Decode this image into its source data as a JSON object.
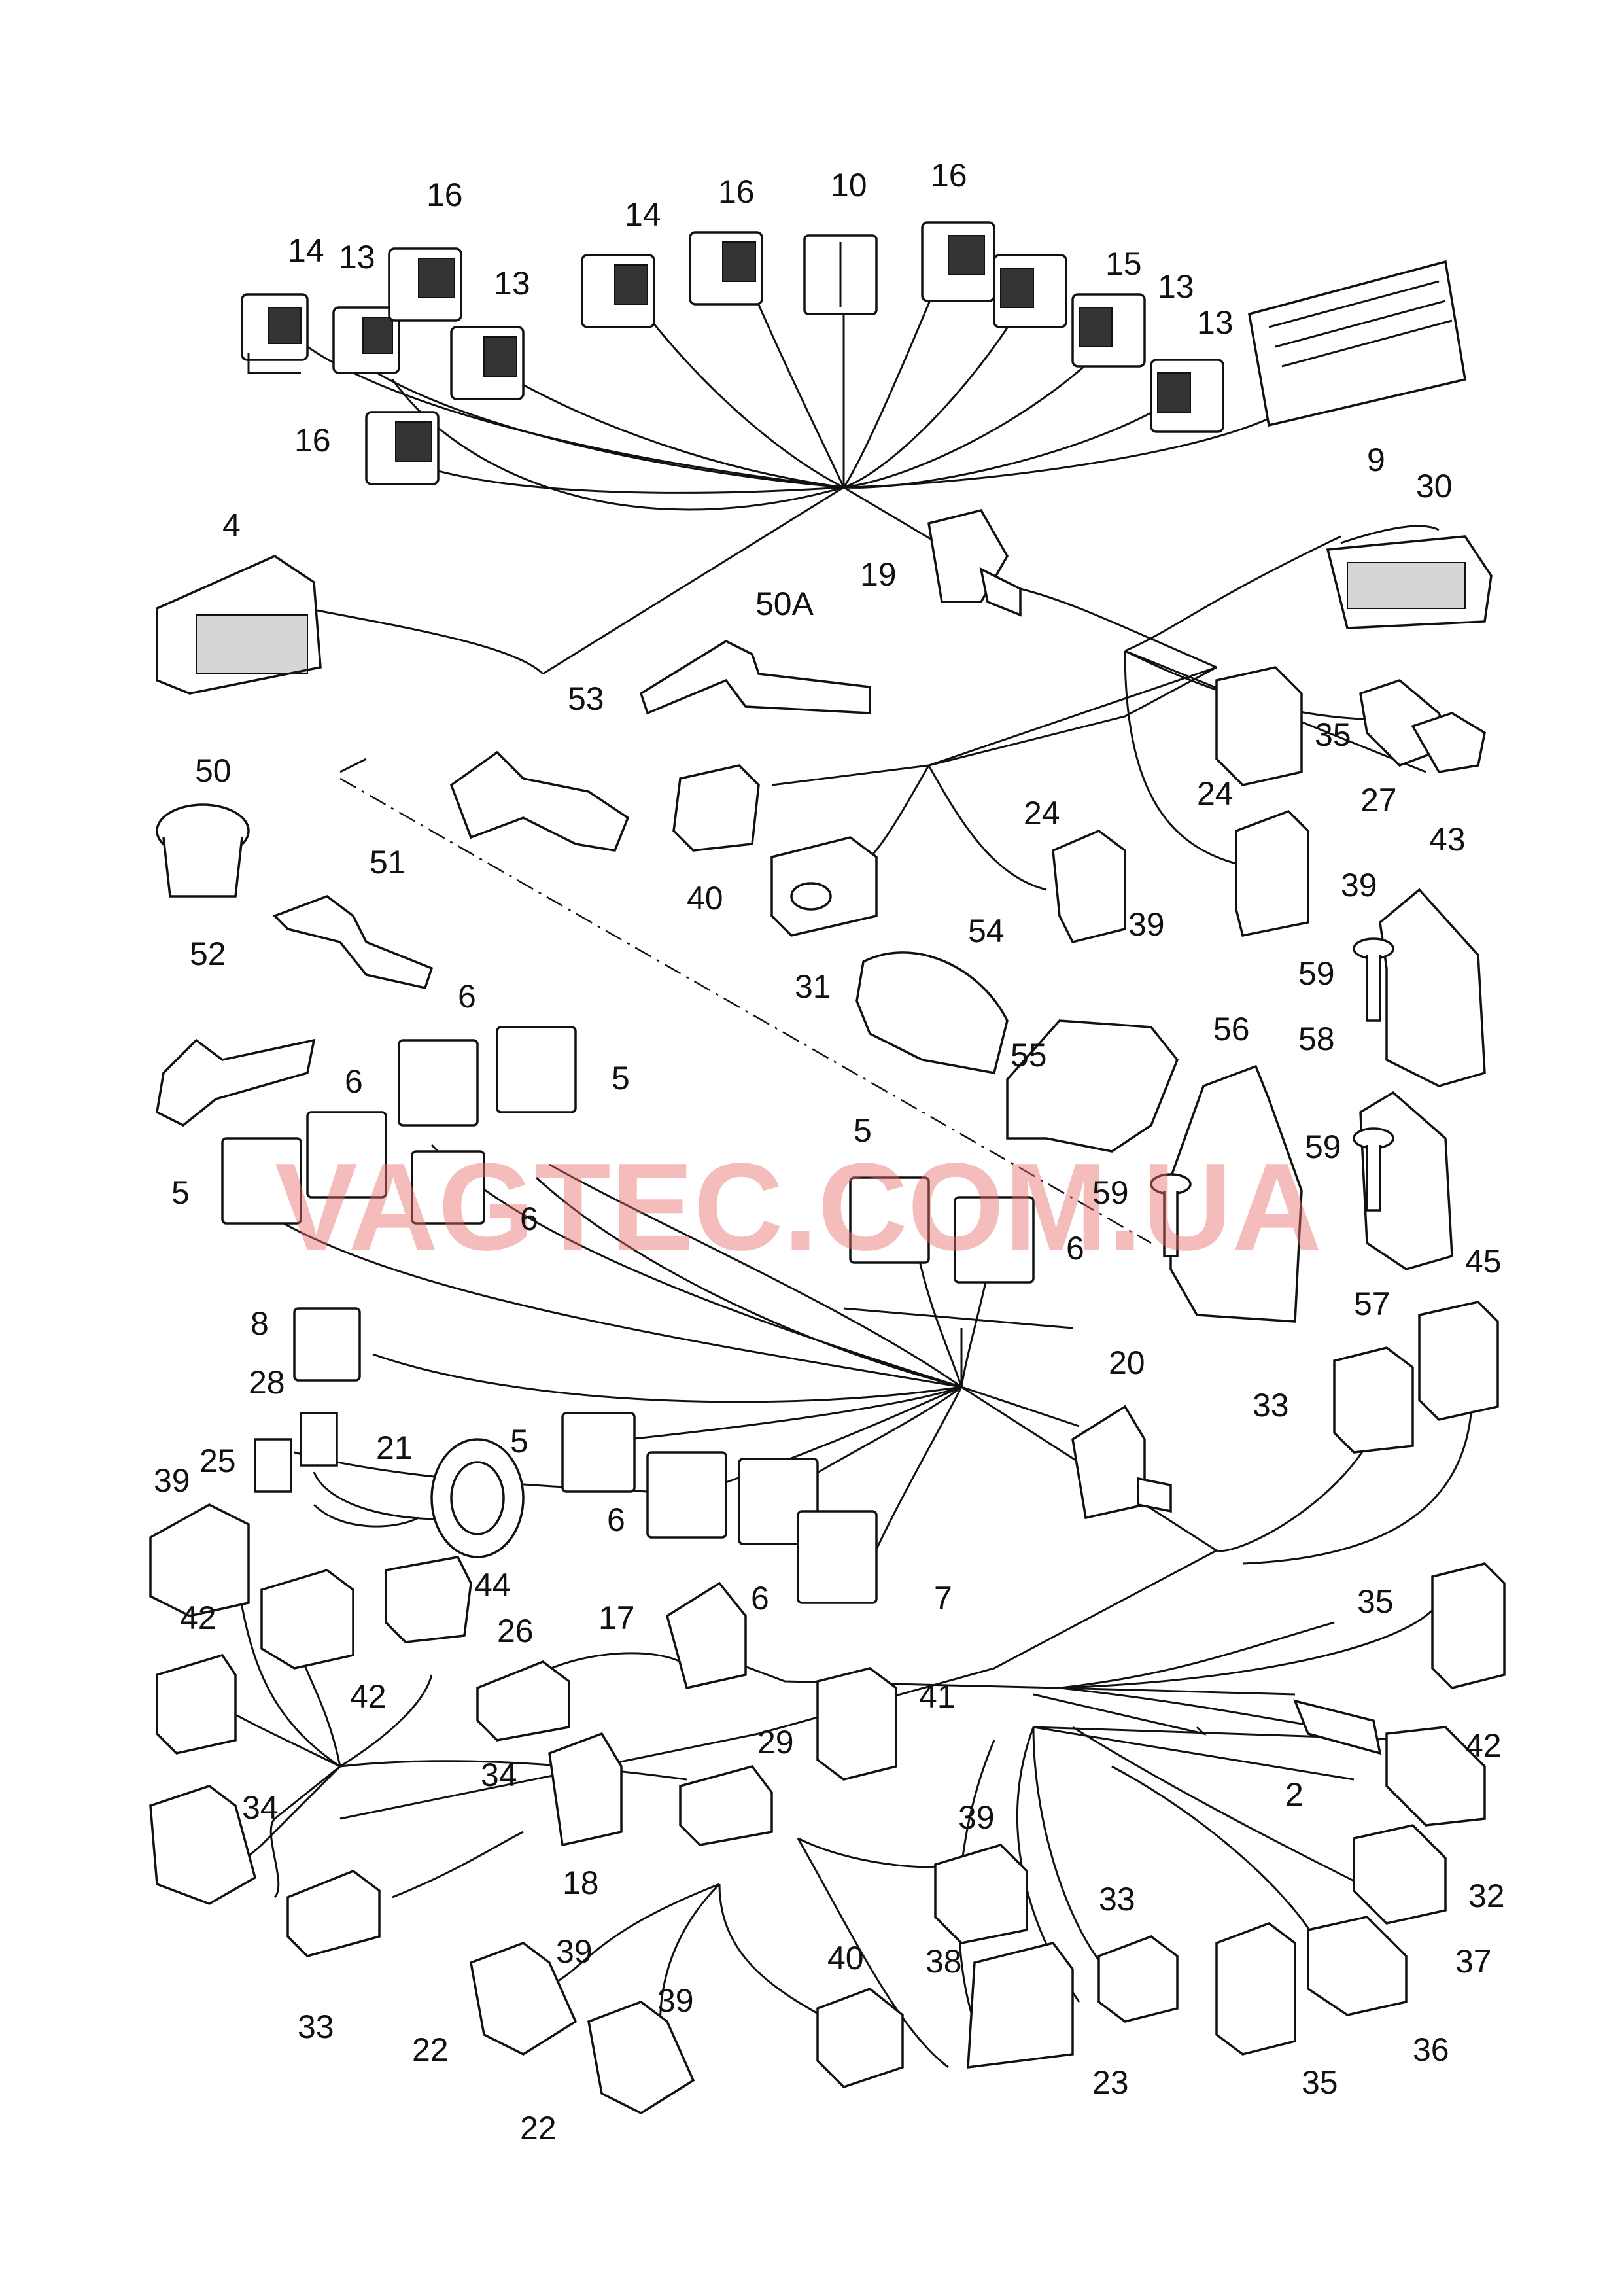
{
  "diagram": {
    "watermark": "VAGTEC.COM.UA",
    "callouts": [
      {
        "id": "c-2",
        "text": "2"
      },
      {
        "id": "c-4",
        "text": "4"
      },
      {
        "id": "c-5a",
        "text": "5"
      },
      {
        "id": "c-5b",
        "text": "5"
      },
      {
        "id": "c-5c",
        "text": "5"
      },
      {
        "id": "c-5d",
        "text": "5"
      },
      {
        "id": "c-6a",
        "text": "6"
      },
      {
        "id": "c-6b",
        "text": "6"
      },
      {
        "id": "c-6c",
        "text": "6"
      },
      {
        "id": "c-6d",
        "text": "6"
      },
      {
        "id": "c-6e",
        "text": "6"
      },
      {
        "id": "c-6f",
        "text": "6"
      },
      {
        "id": "c-7",
        "text": "7"
      },
      {
        "id": "c-8",
        "text": "8"
      },
      {
        "id": "c-9",
        "text": "9"
      },
      {
        "id": "c-10",
        "text": "10"
      },
      {
        "id": "c-13a",
        "text": "13"
      },
      {
        "id": "c-13b",
        "text": "13"
      },
      {
        "id": "c-13c",
        "text": "13"
      },
      {
        "id": "c-13d",
        "text": "13"
      },
      {
        "id": "c-14a",
        "text": "14"
      },
      {
        "id": "c-14b",
        "text": "14"
      },
      {
        "id": "c-15",
        "text": "15"
      },
      {
        "id": "c-16a",
        "text": "16"
      },
      {
        "id": "c-16b",
        "text": "16"
      },
      {
        "id": "c-16c",
        "text": "16"
      },
      {
        "id": "c-16d",
        "text": "16"
      },
      {
        "id": "c-17",
        "text": "17"
      },
      {
        "id": "c-18",
        "text": "18"
      },
      {
        "id": "c-19",
        "text": "19"
      },
      {
        "id": "c-20",
        "text": "20"
      },
      {
        "id": "c-21",
        "text": "21"
      },
      {
        "id": "c-22a",
        "text": "22"
      },
      {
        "id": "c-22b",
        "text": "22"
      },
      {
        "id": "c-23",
        "text": "23"
      },
      {
        "id": "c-24a",
        "text": "24"
      },
      {
        "id": "c-24b",
        "text": "24"
      },
      {
        "id": "c-25",
        "text": "25"
      },
      {
        "id": "c-26",
        "text": "26"
      },
      {
        "id": "c-27",
        "text": "27"
      },
      {
        "id": "c-28",
        "text": "28"
      },
      {
        "id": "c-29",
        "text": "29"
      },
      {
        "id": "c-30",
        "text": "30"
      },
      {
        "id": "c-31",
        "text": "31"
      },
      {
        "id": "c-32",
        "text": "32"
      },
      {
        "id": "c-33a",
        "text": "33"
      },
      {
        "id": "c-33b",
        "text": "33"
      },
      {
        "id": "c-33c",
        "text": "33"
      },
      {
        "id": "c-34a",
        "text": "34"
      },
      {
        "id": "c-34b",
        "text": "34"
      },
      {
        "id": "c-35a",
        "text": "35"
      },
      {
        "id": "c-35b",
        "text": "35"
      },
      {
        "id": "c-35c",
        "text": "35"
      },
      {
        "id": "c-36",
        "text": "36"
      },
      {
        "id": "c-37",
        "text": "37"
      },
      {
        "id": "c-38",
        "text": "38"
      },
      {
        "id": "c-39a",
        "text": "39"
      },
      {
        "id": "c-39b",
        "text": "39"
      },
      {
        "id": "c-39c",
        "text": "39"
      },
      {
        "id": "c-39d",
        "text": "39"
      },
      {
        "id": "c-39e",
        "text": "39"
      },
      {
        "id": "c-39f",
        "text": "39"
      },
      {
        "id": "c-40a",
        "text": "40"
      },
      {
        "id": "c-40b",
        "text": "40"
      },
      {
        "id": "c-41",
        "text": "41"
      },
      {
        "id": "c-42a",
        "text": "42"
      },
      {
        "id": "c-42b",
        "text": "42"
      },
      {
        "id": "c-42c",
        "text": "42"
      },
      {
        "id": "c-43",
        "text": "43"
      },
      {
        "id": "c-44",
        "text": "44"
      },
      {
        "id": "c-45",
        "text": "45"
      },
      {
        "id": "c-50",
        "text": "50"
      },
      {
        "id": "c-50A",
        "text": "50A"
      },
      {
        "id": "c-51",
        "text": "51"
      },
      {
        "id": "c-52",
        "text": "52"
      },
      {
        "id": "c-53",
        "text": "53"
      },
      {
        "id": "c-54",
        "text": "54"
      },
      {
        "id": "c-55",
        "text": "55"
      },
      {
        "id": "c-56",
        "text": "56"
      },
      {
        "id": "c-57",
        "text": "57"
      },
      {
        "id": "c-58",
        "text": "58"
      },
      {
        "id": "c-59a",
        "text": "59"
      },
      {
        "id": "c-59b",
        "text": "59"
      },
      {
        "id": "c-59c",
        "text": "59"
      }
    ]
  }
}
